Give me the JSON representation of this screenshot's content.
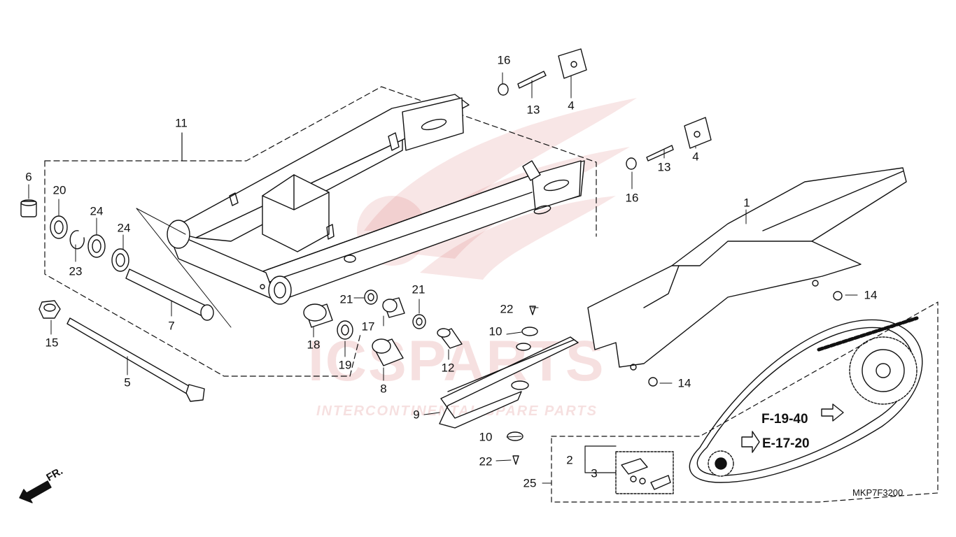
{
  "diagram": {
    "drawing_code": "MKP7F3200",
    "front_marker": "FR.",
    "references": {
      "frame_ref": "F-19-40",
      "engine_ref": "E-17-20"
    },
    "watermark": {
      "brand": "ICSPARTS",
      "tagline": "INTERCONTINENTAL SPARE PARTS",
      "color": "#c83c3c"
    },
    "callouts": {
      "n1": "1",
      "n2": "2",
      "n3": "3",
      "n4a": "4",
      "n4b": "4",
      "n5": "5",
      "n6": "6",
      "n7": "7",
      "n8": "8",
      "n9": "9",
      "n10a": "10",
      "n10b": "10",
      "n11": "11",
      "n12": "12",
      "n13a": "13",
      "n13b": "13",
      "n14a": "14",
      "n14b": "14",
      "n15": "15",
      "n16a": "16",
      "n16b": "16",
      "n17": "17",
      "n18": "18",
      "n19": "19",
      "n20": "20",
      "n21a": "21",
      "n21b": "21",
      "n22a": "22",
      "n22b": "22",
      "n23": "23",
      "n24a": "24",
      "n24b": "24",
      "n25": "25"
    }
  }
}
